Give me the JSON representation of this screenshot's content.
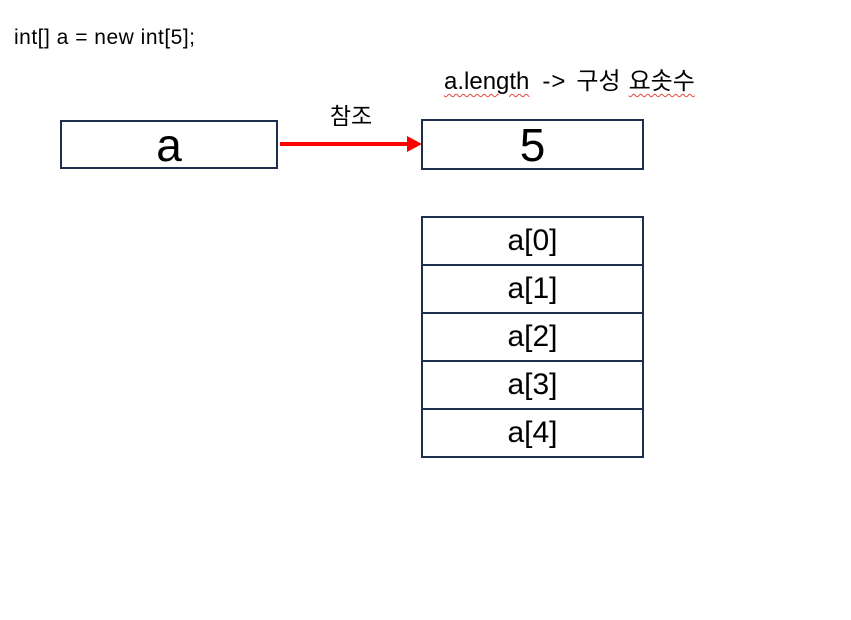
{
  "colors": {
    "background": "#ffffff",
    "box_border": "#1e2f4d",
    "arrow": "#ff0000",
    "squiggle": "#e8473b",
    "text": "#000000"
  },
  "code_line": "int[] a = new int[5];",
  "length_label": {
    "term": "a.length",
    "arrow": "->",
    "desc_plain": "구성",
    "desc_underlined": "요솟수"
  },
  "reference": {
    "variable_name": "a",
    "arrow_label": "참조",
    "length_value": "5"
  },
  "array_cells": [
    "a[0]",
    "a[1]",
    "a[2]",
    "a[3]",
    "a[4]"
  ]
}
